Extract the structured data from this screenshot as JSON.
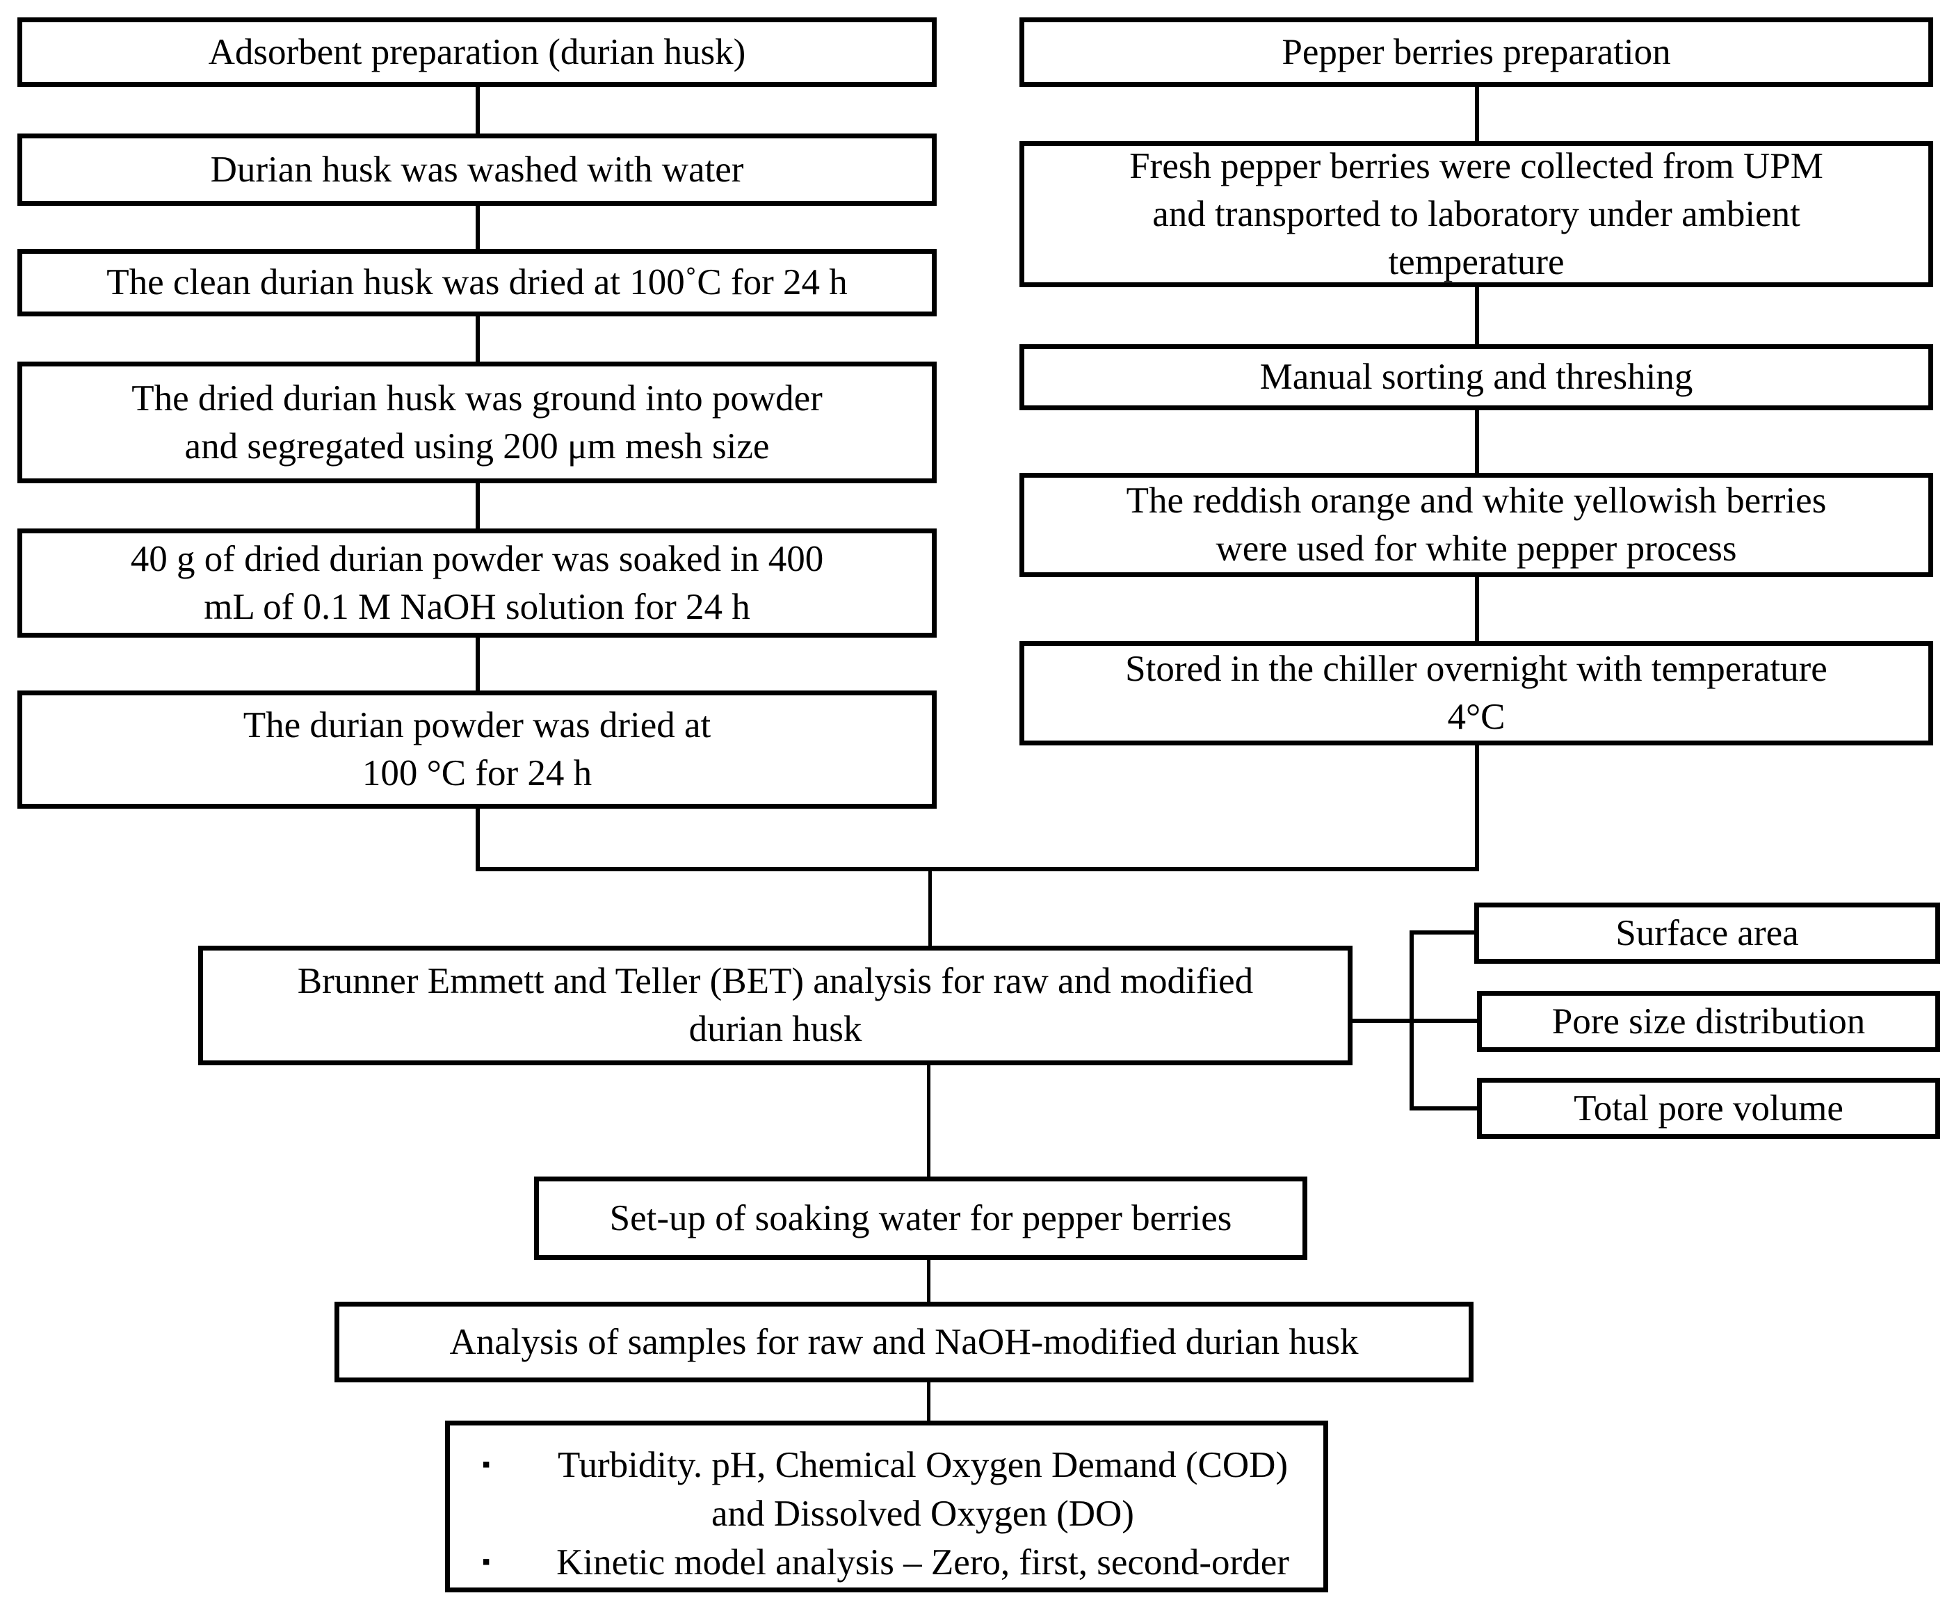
{
  "colors": {
    "line": "#000000",
    "box_border": "#000000",
    "box_background": "#ffffff",
    "page_background": "#ffffff",
    "text": "#000000"
  },
  "glyphs": {
    "bullet": "▪"
  },
  "boxes": {
    "l1": "Adsorbent preparation (durian husk)",
    "l2": "Durian husk was washed with water",
    "l3": "The clean durian husk was dried at 100˚C for 24 h",
    "l4": "The dried durian husk was ground into powder\nand segregated using 200 μm mesh size",
    "l5": "40 g of dried durian powder was soaked in 400\nmL of 0.1 M NaOH solution for 24 h",
    "l6": "The durian powder was dried at\n100 °C for 24 h",
    "r1": "Pepper berries preparation",
    "r2": "Fresh pepper berries were collected from UPM\nand transported to laboratory under ambient\ntemperature",
    "r3": "Manual sorting and threshing",
    "r4": "The reddish orange and white yellowish berries\nwere used for white pepper process",
    "r5": "Stored in the chiller overnight with temperature\n4°C",
    "bet": "Brunner Emmett and Teller (BET) analysis for raw and modified\ndurian husk",
    "surface_area": "Surface area",
    "pore_size": "Pore size distribution",
    "pore_volume": "Total pore volume",
    "soaking_setup": "Set-up of soaking water for pepper berries",
    "sample_analysis": "Analysis of samples for raw and NaOH-modified durian husk",
    "results_bullet1": "Turbidity. pH, Chemical Oxygen Demand (COD)\nand Dissolved Oxygen (DO)",
    "results_bullet2": "Kinetic model analysis – Zero, first, second-order"
  }
}
